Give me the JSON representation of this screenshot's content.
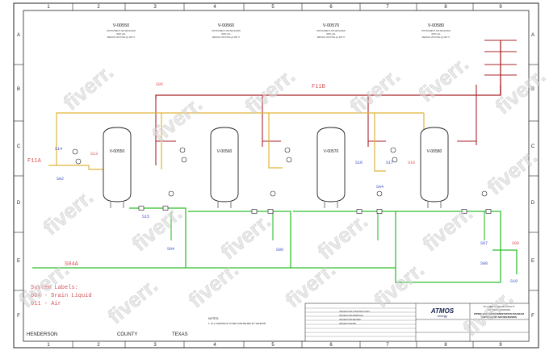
{
  "grid": {
    "columns": [
      "1",
      "2",
      "3",
      "4",
      "5",
      "6",
      "7",
      "8",
      "9"
    ],
    "rows": [
      "A",
      "B",
      "C",
      "D",
      "E",
      "F"
    ]
  },
  "vessels": [
    {
      "tag": "V-00550"
    },
    {
      "tag": "V-00560"
    },
    {
      "tag": "V-00570"
    },
    {
      "tag": "V-00580"
    }
  ],
  "top_labels": [
    {
      "tag": "V-00550",
      "line1": "INSTRUMENT AIR RECEIVER",
      "line2": "3000 GAL",
      "line3": "DESIGN: 200 PSIG @ 400 °F"
    },
    {
      "tag": "V-00560",
      "line1": "INSTRUMENT AIR RECEIVER",
      "line2": "3000 GAL",
      "line3": "DESIGN: 200 PSIG @ 400 °F"
    },
    {
      "tag": "V-00570",
      "line1": "INSTRUMENT AIR RECEIVER",
      "line2": "3000 GAL",
      "line3": "DESIGN: 200 PSIG @ 400 °F"
    },
    {
      "tag": "V-00580",
      "line1": "INSTRUMENT AIR RECEIVER",
      "line2": "3000 GAL",
      "line3": "DESIGN: 200 PSIG @ 400 °F"
    }
  ],
  "line_labels": {
    "f11b": "F11B",
    "s05": "S05",
    "f11a": "F11A",
    "s04a": "S04A",
    "s04": "S04",
    "s06": "S06",
    "s07": "S07",
    "s08": "S08",
    "s09": "S09",
    "s13": "S13",
    "s14": "S14",
    "s15": "S15",
    "s16": "S16",
    "s17": "S17",
    "s18": "S18",
    "s19": "S19",
    "sa2": "SA2",
    "sa4": "SA4"
  },
  "system_labels": {
    "title": "System Labels:",
    "item1": "004 - Drain Liquid",
    "item2": "011 - Air"
  },
  "footer": {
    "left": "HENDERSON",
    "middle": "COUNTY",
    "right": "TEXAS"
  },
  "notes": {
    "title": "NOTES:",
    "line1": "1. ALL GRATINGS TO BE FURNISHED BY VENDOR"
  },
  "title_block": {
    "company": "ATMOS",
    "company_sub": "energy",
    "project_line1": "TS COBB STORAGE FACILITY",
    "project_line2": "ROYCEVA UPGRADE",
    "title_line1": "PIPING AND INSTRUMENTATION DIAGRAM",
    "title_line2": "INSTRUMENT AIR RECEIVERS",
    "rev_rows": [
      "ISSUED FOR CONSTRUCTION",
      "ISSUED FOR APPROVAL",
      "ISSUED FOR REVIEW",
      "ISSUED FOR BID"
    ]
  },
  "watermark": "fiverr.",
  "colors": {
    "air_line": "#e0b43a",
    "header_line": "#a8242b",
    "drain_line": "#2fbf2f",
    "red_label": "#d9545a",
    "blue_label": "#3b4fc4"
  }
}
